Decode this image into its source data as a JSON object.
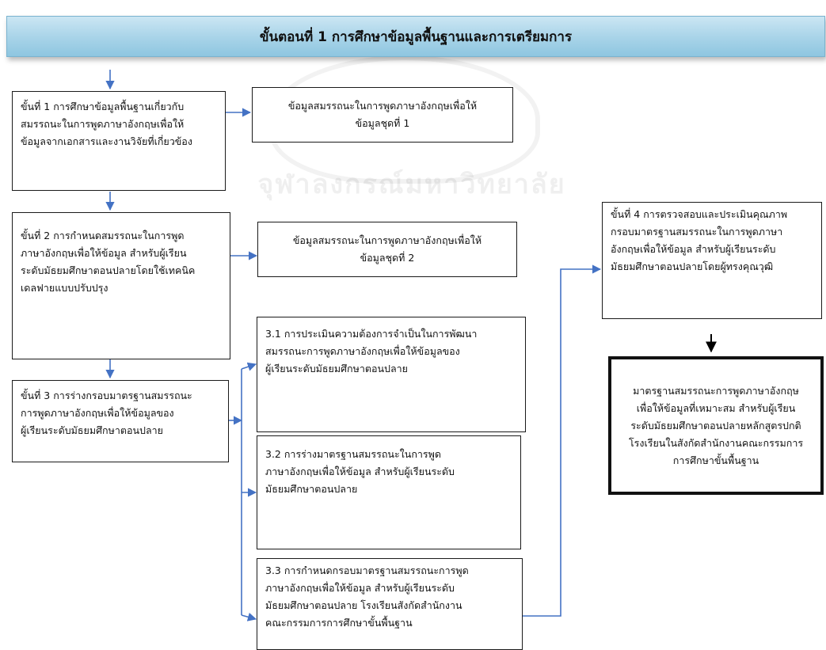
{
  "header": {
    "title": "ขั้นตอนที่ 1 การศึกษาข้อมูลพื้นฐานและการเตรียมการ"
  },
  "watermark": {
    "text": "จุฬาลงกรณ์มหาวิทยาลัย"
  },
  "left": {
    "step1": "ขั้นที่ 1 การศึกษาข้อมูลพื้นฐานเกี่ยวกับ\nสมรรถนะในการพูดภาษาอังกฤษเพื่อให้\nข้อมูลจากเอกสารและงานวิจัยที่เกี่ยวข้อง",
    "step2": "ขั้นที่ 2 การกำหนดสมรรถนะในการพูด\nภาษาอังกฤษเพื่อให้ข้อมูล สำหรับผู้เรียน\nระดับมัธยมศึกษาตอนปลายโดยใช้เทคนิค\nเดลฟายแบบปรับปรุง",
    "step3": "ขั้นที่ 3 การร่างกรอบมาตรฐานสมรรถนะ\nการพูดภาษาอังกฤษเพื่อให้ข้อมูลของ\nผู้เรียนระดับมัธยมศึกษาตอนปลาย"
  },
  "outputs": {
    "out1": "ข้อมูลสมรรถนะในการพูดภาษาอังกฤษเพื่อให้\nข้อมูลชุดที่ 1",
    "out2": "ข้อมูลสมรรถนะในการพูดภาษาอังกฤษเพื่อให้\nข้อมูลชุดที่ 2"
  },
  "substeps": {
    "s31": "3.1 การประเมินความต้องการจำเป็นในการพัฒนา\nสมรรถนะการพูดภาษาอังกฤษเพื่อให้ข้อมูลของ\nผู้เรียนระดับมัธยมศึกษาตอนปลาย",
    "s32": "3.2 การร่างมาตรฐานสมรรถนะในการพูด\nภาษาอังกฤษเพื่อให้ข้อมูล สำหรับผู้เรียนระดับ\nมัธยมศึกษาตอนปลาย",
    "s33": "3.3 การกำหนดกรอบมาตรฐานสมรรถนะการพูด\nภาษาอังกฤษเพื่อให้ข้อมูล สำหรับผู้เรียนระดับ\nมัธยมศึกษาตอนปลาย โรงเรียนสังกัดสำนักงาน\nคณะกรรมการการศึกษาขั้นพื้นฐาน"
  },
  "right": {
    "step4": "ขั้นที่ 4 การตรวจสอบและประเมินคุณภาพ\nกรอบมาตรฐานสมรรถนะในการพูดภาษา\nอังกฤษเพื่อให้ข้อมูล สำหรับผู้เรียนระดับ\nมัธยมศึกษาตอนปลายโดยผู้ทรงคุณวุฒิ",
    "final": "มาตรฐานสมรรถนะการพูดภาษาอังกฤษ\nเพื่อให้ข้อมูลที่เหมาะสม สำหรับผู้เรียน\nระดับมัธยมศึกษาตอนปลายหลักสูตรปกติ\nโรงเรียนในสังกัดสำนักงานคณะกรรมการ\nการศึกษาขั้นพื้นฐาน"
  },
  "colors": {
    "arrow_blue": "#4472c4",
    "arrow_black": "#000000",
    "header_bg": "#a7d3e8"
  }
}
